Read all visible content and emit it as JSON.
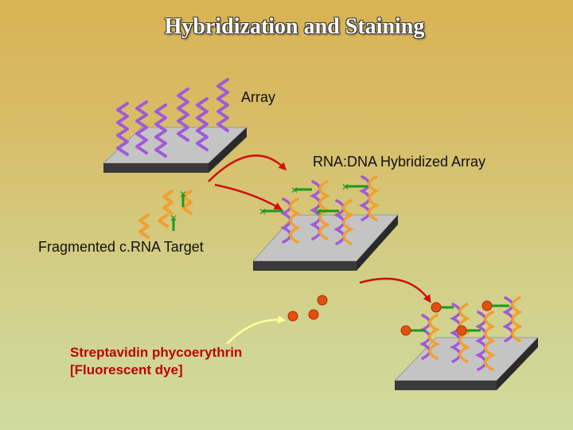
{
  "slide": {
    "title": "Hybridization and Staining"
  },
  "labels": {
    "array": "Array",
    "hybridized_array": "RNA:DNA Hybridized Array",
    "target": "Fragmented c.RNA Target",
    "sape_line1": "Streptavidin phycoerythrin",
    "sape_line2": "[Fluorescent dye]"
  },
  "colors": {
    "probe": "#a05ad8",
    "target_rna": "#f0a030",
    "biotin_tag": "#1a9a1a",
    "fluorescent_dye": "#e05010",
    "flow_arrow": "#d01010",
    "stain_arrow": "#ffffa0",
    "chip_top": "#c4c4c4",
    "chip_edge": "#3a3a3a"
  }
}
